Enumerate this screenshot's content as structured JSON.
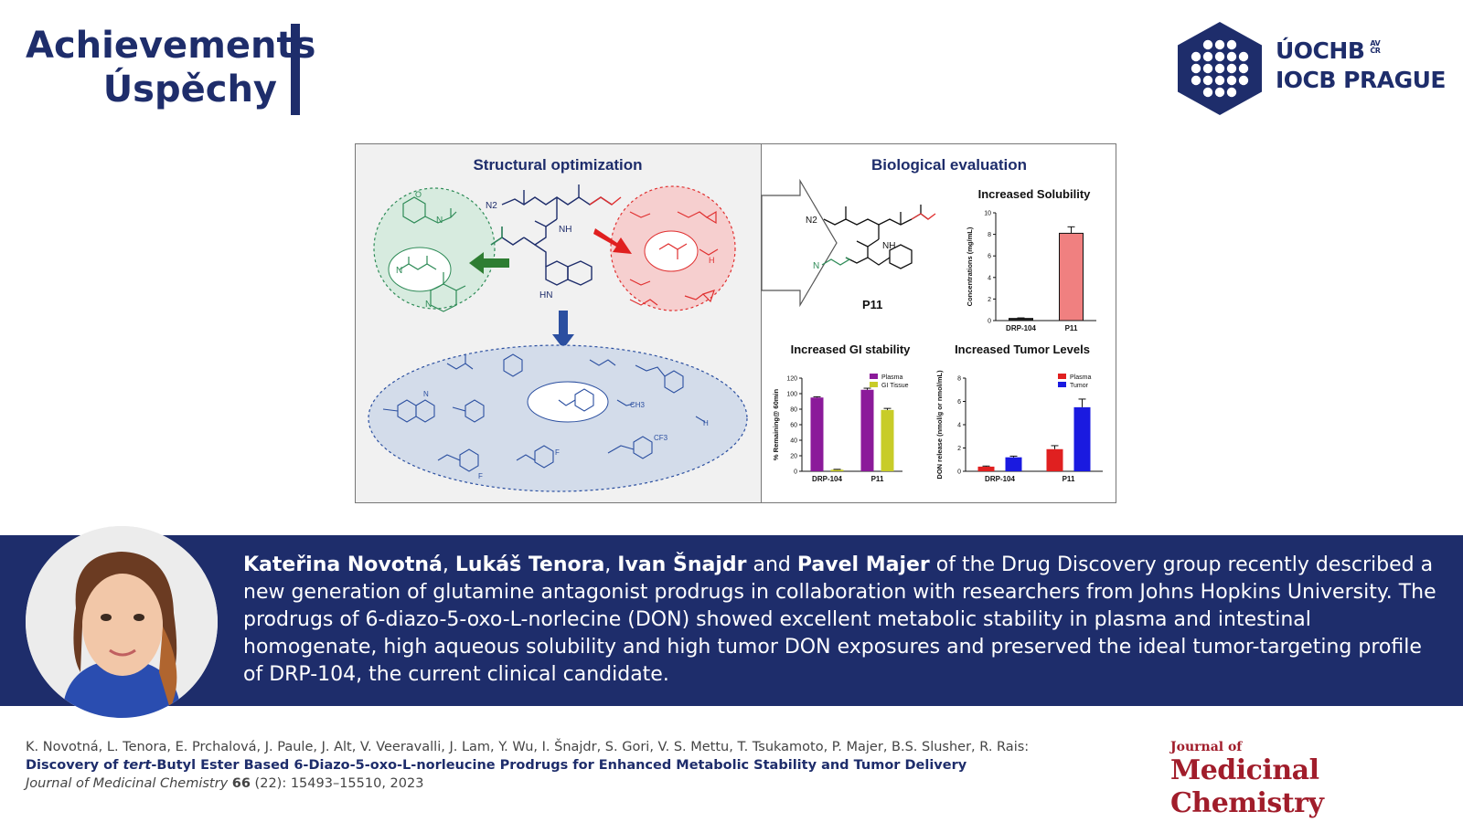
{
  "header": {
    "line1": "Achievements",
    "line2": "Úspěchy"
  },
  "logo": {
    "name": "ÚOCHB",
    "avcr_1": "AV",
    "avcr_2": "ČR",
    "subtitle": "IOCB PRAGUE"
  },
  "figure": {
    "left_title": "Structural optimization",
    "right_title": "Biological evaluation",
    "compound_label": "P11",
    "labels": {
      "n2": "N2",
      "nh": "NH",
      "hn": "HN",
      "n": "N",
      "h": "H",
      "ch3": "CH3",
      "f": "F",
      "cf3": "CF3",
      "o": "O"
    },
    "colors": {
      "navy": "#1e2d6b",
      "green": "#2e8b57",
      "red": "#e03030",
      "blue": "#2b4fa0"
    }
  },
  "chart_data": [
    {
      "type": "bar",
      "title": "Increased Solubility",
      "categories": [
        "DRP-104",
        "P11"
      ],
      "values": [
        0.2,
        8.1
      ],
      "errors": [
        0.05,
        0.6
      ],
      "ylabel": "Concentrations (mg/mL)",
      "ylim": [
        0,
        10
      ],
      "yticks": [
        "0",
        "2",
        "4",
        "6",
        "8",
        "10"
      ],
      "colors": [
        "#222222",
        "#f08080"
      ]
    },
    {
      "type": "bar",
      "title": "Increased GI stability",
      "categories": [
        "DRP-104",
        "P11"
      ],
      "ylabel": "% Remaining@ 60min",
      "ylim": [
        0,
        120
      ],
      "yticks": [
        "0",
        "20",
        "40",
        "60",
        "80",
        "100",
        "120"
      ],
      "series": [
        {
          "name": "Plasma",
          "values": [
            95,
            105
          ],
          "errors": [
            1,
            2
          ],
          "color": "#8b1a9a"
        },
        {
          "name": "GI Tissue",
          "values": [
            2,
            79
          ],
          "errors": [
            0.5,
            2
          ],
          "color": "#c8cc28"
        }
      ]
    },
    {
      "type": "bar",
      "title": "Increased Tumor Levels",
      "categories": [
        "DRP-104",
        "P11"
      ],
      "ylabel": "DON release (nmol/g or nmol/mL)",
      "ylim": [
        0,
        8
      ],
      "yticks": [
        "0",
        "2",
        "4",
        "6",
        "8"
      ],
      "series": [
        {
          "name": "Plasma",
          "values": [
            0.4,
            1.9
          ],
          "errors": [
            0.05,
            0.3
          ],
          "color": "#e02020"
        },
        {
          "name": "Tumor",
          "values": [
            1.2,
            5.5
          ],
          "errors": [
            0.1,
            0.7
          ],
          "color": "#1a1ae0"
        }
      ]
    }
  ],
  "banner": {
    "name1": "Kateřina Novotná",
    "sep1": ", ",
    "name2": "Lukáš Tenora",
    "sep2": ", ",
    "name3": "Ivan Šnajdr",
    "sep3": " and ",
    "name4": "Pavel Majer",
    "rest": " of the Drug Discovery group recently described a new generation of glutamine antagonist prodrugs in collaboration with researchers from Johns Hopkins University. The prodrugs of 6-diazo-5-oxo-L-norlecine (DON) showed excellent metabolic stability in plasma and intestinal homogenate, high aqueous solubility and high tumor DON exposures and preserved the ideal tumor-targeting profile of DRP-104, the current clinical candidate."
  },
  "citation": {
    "authors": "K. Novotná, L. Tenora, E. Prchalová, J. Paule, J. Alt, V. Veeravalli, J. Lam, Y. Wu, I. Šnajdr, S. Gori, V. S. Mettu, T. Tsukamoto, P. Majer, B.S. Slusher, R. Rais:",
    "title_pre": "Discovery of ",
    "title_italic": "tert",
    "title_post": "-Butyl Ester Based 6-Diazo-5-oxo-L-norleucine Prodrugs for Enhanced Metabolic Stability and Tumor Delivery",
    "journal": "Journal of Medicinal Chemistry",
    "volume": "66",
    "pages": " (22): 15493–15510, 2023"
  },
  "journal_logo": {
    "small": "Journal of",
    "big": "Medicinal Chemistry"
  }
}
